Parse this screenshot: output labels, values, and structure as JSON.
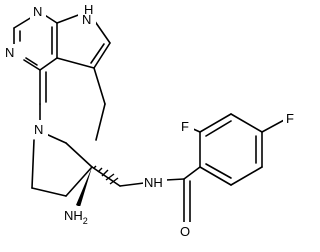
{
  "atoms": {
    "n_pyrimidine_top": "N",
    "n_pyrimidine_left": "N",
    "nh_pyrrole": "H",
    "nh_pyrrole_n": "N",
    "n_pyrrolidine": "N",
    "nh_amide": "NH",
    "nh2_n": "NH",
    "nh2_sub": "2",
    "o_carbonyl": "O",
    "f_ortho": "F",
    "f_para": "F"
  }
}
